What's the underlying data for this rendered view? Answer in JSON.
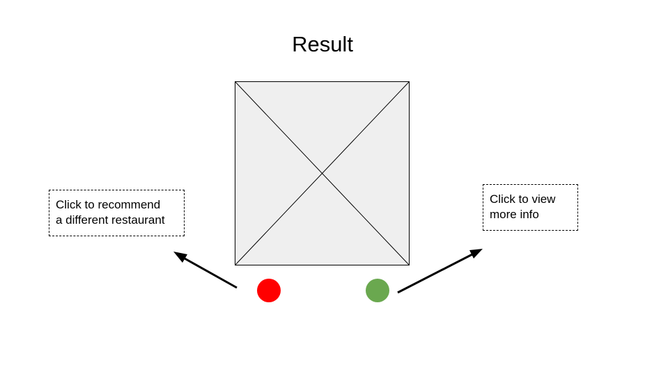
{
  "title": "Result",
  "image_placeholder": {
    "fill": "#efefef",
    "stroke": "#000000"
  },
  "notes": {
    "left": {
      "lines": [
        "Click to recommend",
        "a different restaurant"
      ]
    },
    "right": {
      "lines": [
        "Click to view",
        "more info"
      ]
    }
  },
  "buttons": {
    "reject": {
      "color": "#ff0000"
    },
    "accept": {
      "color": "#6aa84f"
    }
  }
}
